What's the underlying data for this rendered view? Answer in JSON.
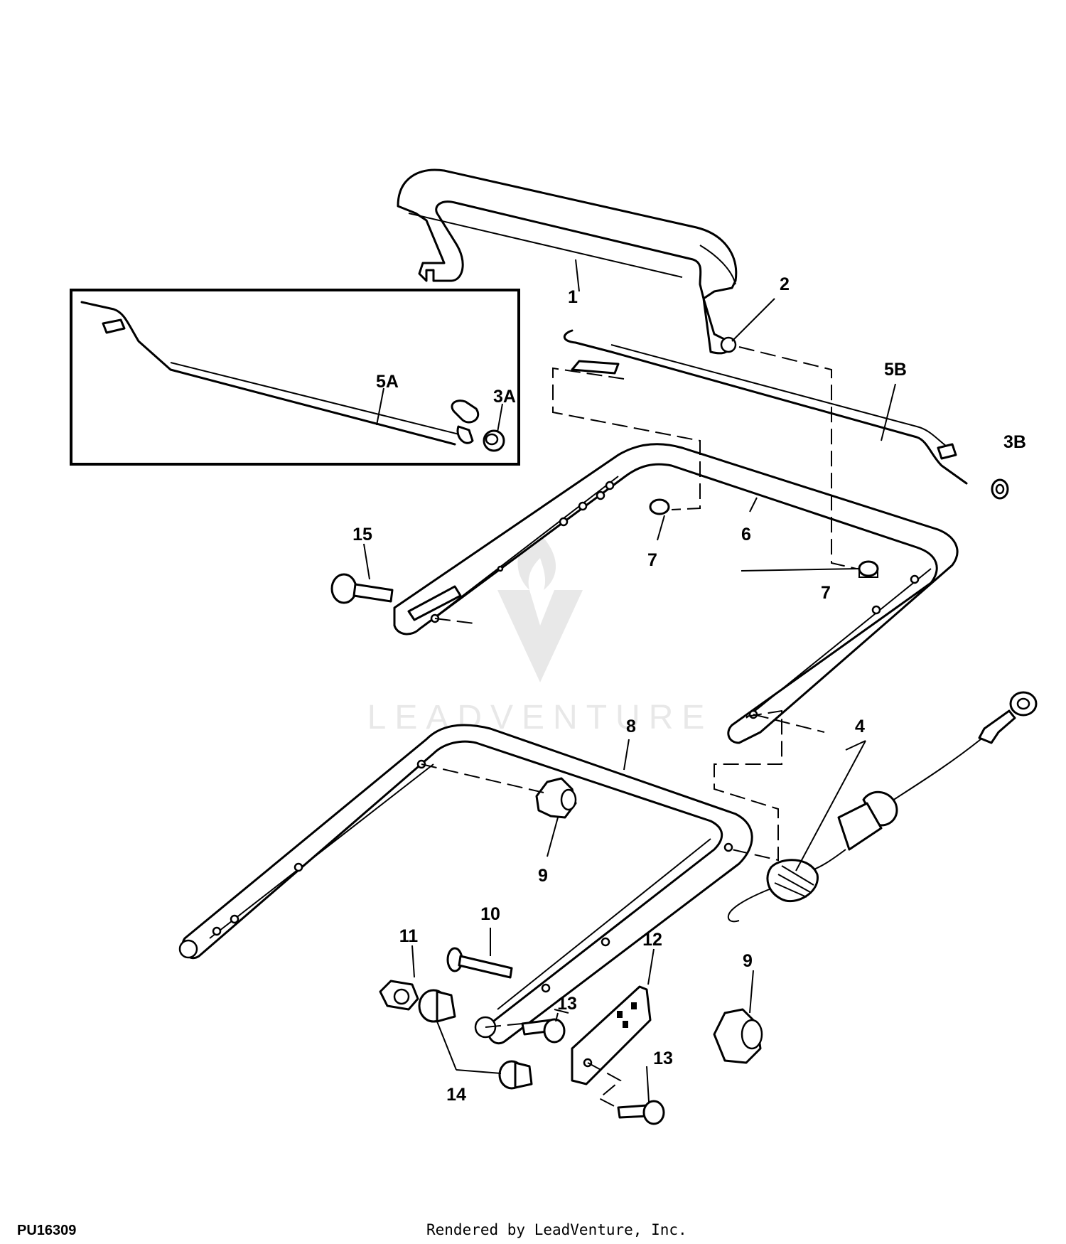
{
  "callouts": {
    "c1": "1",
    "c2": "2",
    "c3a": "3A",
    "c3b": "3B",
    "c4": "4",
    "c5a": "5A",
    "c5b": "5B",
    "c6": "6",
    "c7a": "7",
    "c7b": "7",
    "c8": "8",
    "c9a": "9",
    "c9b": "9",
    "c10": "10",
    "c11": "11",
    "c12": "12",
    "c13a": "13",
    "c13b": "13",
    "c14": "14",
    "c15": "15"
  },
  "watermark": {
    "brand": "LEADVENTURE"
  },
  "footer": {
    "figure_id": "PU16309",
    "credit": "Rendered by LeadVenture, Inc."
  },
  "colors": {
    "line": "#000000",
    "background": "#ffffff",
    "watermark": "#d9d9d9"
  }
}
